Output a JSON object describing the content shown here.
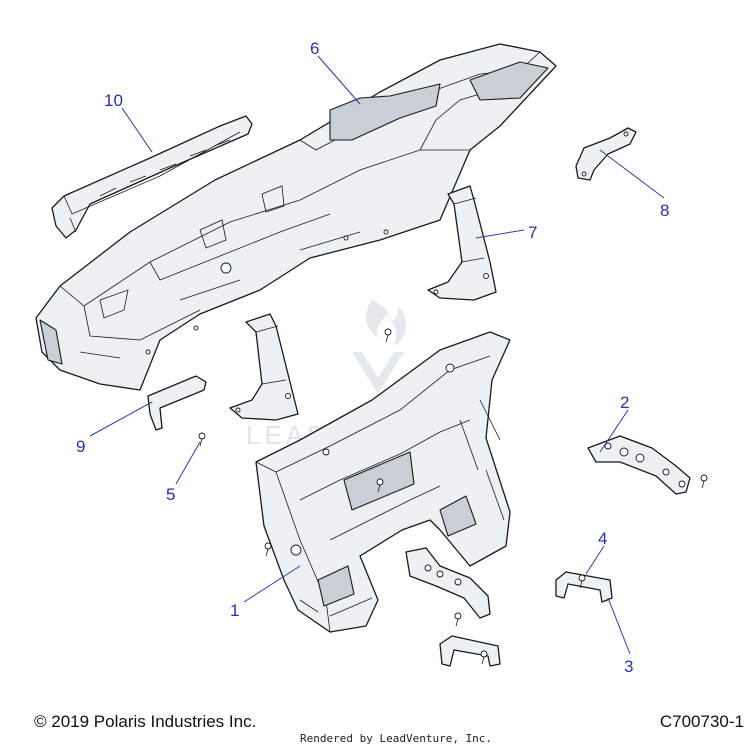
{
  "callouts": [
    "1",
    "2",
    "3",
    "4",
    "5",
    "6",
    "7",
    "8",
    "9",
    "10"
  ],
  "footer": {
    "copyright": "© 2019 Polaris Industries Inc.",
    "diagram_code": "C700730-1",
    "rendered_by": "Rendered by LeadVenture, Inc."
  },
  "watermark": "LEADVENTURE",
  "colors": {
    "callout": "#2730b5",
    "leader": "#2b3bb8",
    "part_fill": "#eef1f3",
    "outline": "#1a1a1a"
  }
}
